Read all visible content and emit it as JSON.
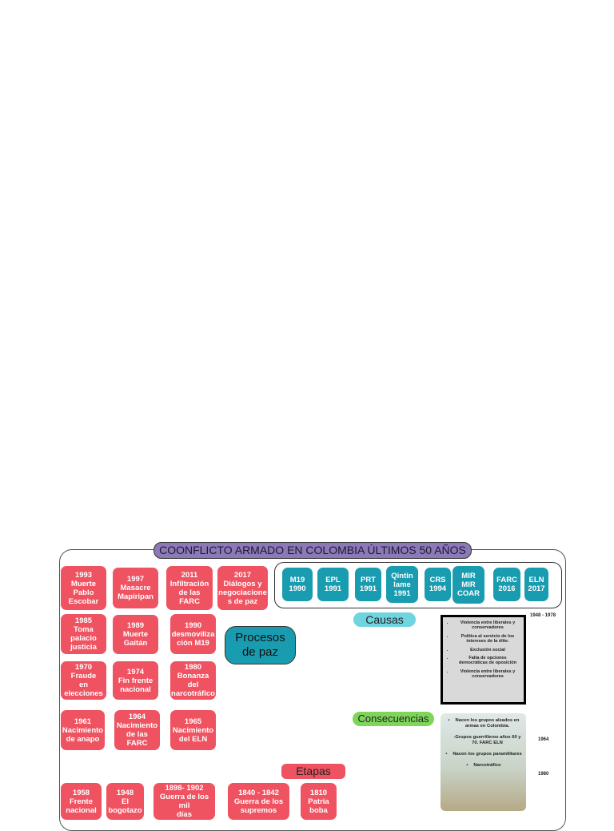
{
  "title": "COONFLICTO ARMADO EN COLOMBIA ÚLTIMOS 50 AÑOS",
  "timeline": [
    "1993\nMuerte\nPablo\nEscobar",
    "1997\nMasacre\nMapiripan",
    "2011\nInfiltración\nde las FARC",
    "2017\nDiálogos y\nnegociacione\ns de paz",
    "1985\nToma\npalacio\njusticia",
    "1989\nMuerte\nGaitán",
    "1990\ndesmoviliza\nción M19",
    "1970 Fraude\nen\nelecciones",
    "1974\nFin frente\nnacional",
    "1980\nBonanza del\nnarcotráfico",
    "1961\nNacimiento\nde anapo",
    "1964\nNacimiento\nde las FARC",
    "1965\nNacimiento\ndel ELN",
    "1958\nFrente\nnacional",
    "1948\nEl\nbogotazo",
    "1898- 1902\nGuerra de los mil\ndías",
    "1840 - 1842\nGuerra de los\nsupremos",
    "1810\nPatria\nboba"
  ],
  "peace_processes": [
    "M19\n1990",
    "EPL\n1991",
    "PRT\n1991",
    "Qintin\nlame\n1991",
    "CRS\n1994",
    "MIR\nMIR\nCOAR",
    "FARC\n2016",
    "ELN\n2017"
  ],
  "procesos_label": "Procesos\nde paz",
  "causas_label": "Causas",
  "consecuencias_label": "Consecuencias",
  "etapas_label": "Etapas",
  "causes": [
    "Violencia entre liberales y conservadores",
    "Política al servicio de los intereses de la élite.",
    "Exclusión social",
    "Falta de opciones democráticas de oposición",
    "Violencia entre liberales y conservadores"
  ],
  "consequences": [
    "Nacen los grupos alzados en armas en Colombia.",
    "-Grupos guerrilleros años 60 y 70. FARC ELN",
    "Nacen los grupos paramilitares",
    "Narcotráfico"
  ],
  "year_notes": [
    "1948 - 1978",
    "1964",
    "1980"
  ],
  "colors": {
    "event": "#ef5361",
    "peace": "#1a9cb0",
    "title": "#8c79b5",
    "map": "#8a76b4"
  }
}
